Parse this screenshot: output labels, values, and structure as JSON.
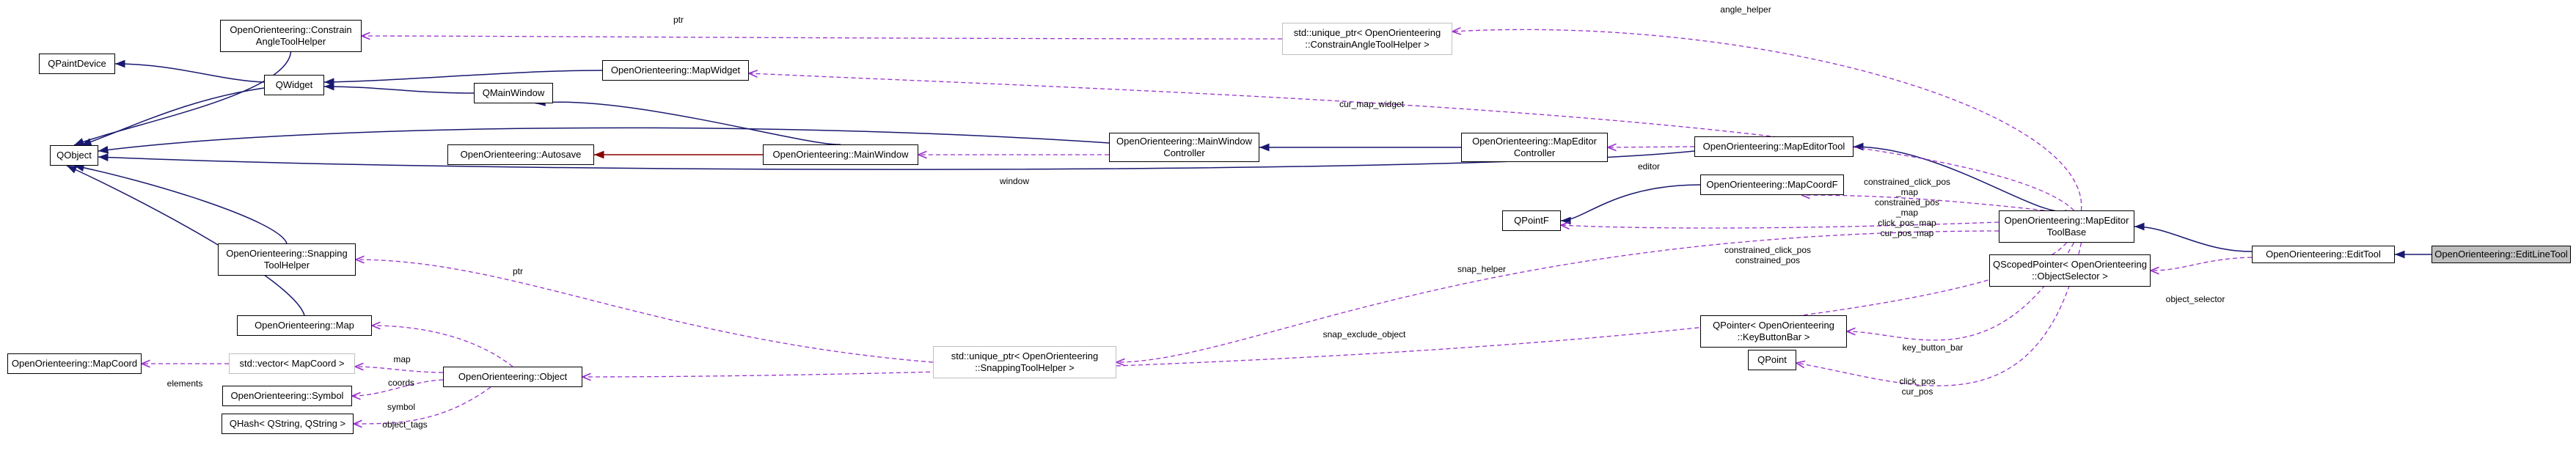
{
  "nodes": {
    "edit_line_tool": {
      "lines": [
        "OpenOrienteering::EditLineTool"
      ]
    },
    "edit_tool": {
      "lines": [
        "OpenOrienteering::EditTool"
      ]
    },
    "map_editor_tool_base": {
      "lines": [
        "OpenOrienteering::MapEditor",
        "ToolBase"
      ]
    },
    "scoped_pointer_object_selector": {
      "lines": [
        "QScopedPointer< OpenOrienteering",
        "::ObjectSelector >"
      ]
    },
    "map_editor_tool": {
      "lines": [
        "OpenOrienteering::MapEditorTool"
      ]
    },
    "map_editor_controller": {
      "lines": [
        "OpenOrienteering::MapEditor",
        "Controller"
      ]
    },
    "main_window_controller": {
      "lines": [
        "OpenOrienteering::MainWindow",
        "Controller"
      ]
    },
    "main_window": {
      "lines": [
        "OpenOrienteering::MainWindow"
      ]
    },
    "autosave": {
      "lines": [
        "OpenOrienteering::Autosave"
      ]
    },
    "qmainwindow": {
      "lines": [
        "QMainWindow"
      ]
    },
    "qwidget": {
      "lines": [
        "QWidget"
      ]
    },
    "qpaintdevice": {
      "lines": [
        "QPaintDevice"
      ]
    },
    "qobject": {
      "lines": [
        "QObject"
      ]
    },
    "constrain_angle_tool_helper": {
      "lines": [
        "OpenOrienteering::Constrain",
        "AngleToolHelper"
      ]
    },
    "map_widget": {
      "lines": [
        "OpenOrienteering::MapWidget"
      ]
    },
    "unique_ptr_constrain": {
      "lines": [
        "std::unique_ptr< OpenOrienteering",
        "::ConstrainAngleToolHelper >"
      ]
    },
    "snapping_tool_helper": {
      "lines": [
        "OpenOrienteering::Snapping",
        "ToolHelper"
      ]
    },
    "unique_ptr_snapping": {
      "lines": [
        "std::unique_ptr< OpenOrienteering",
        "::SnappingToolHelper >"
      ]
    },
    "map": {
      "lines": [
        "OpenOrienteering::Map"
      ]
    },
    "map_coord": {
      "lines": [
        "OpenOrienteering::MapCoord"
      ]
    },
    "vector_map_coord": {
      "lines": [
        "std::vector< MapCoord >"
      ]
    },
    "object": {
      "lines": [
        "OpenOrienteering::Object"
      ]
    },
    "symbol": {
      "lines": [
        "OpenOrienteering::Symbol"
      ]
    },
    "qhash": {
      "lines": [
        "QHash< QString, QString >"
      ]
    },
    "map_coord_f": {
      "lines": [
        "OpenOrienteering::MapCoordF"
      ]
    },
    "qpointf": {
      "lines": [
        "QPointF"
      ]
    },
    "qpointer_key_button_bar": {
      "lines": [
        "QPointer< OpenOrienteering",
        "::KeyButtonBar >"
      ]
    },
    "qpoint": {
      "lines": [
        "QPoint"
      ]
    }
  },
  "edge_labels": {
    "object_selector": [
      "object_selector"
    ],
    "angle_helper": [
      "angle_helper"
    ],
    "cur_map_widget": [
      "cur_map_widget"
    ],
    "editor": [
      "editor"
    ],
    "window": [
      "window"
    ],
    "map_coord_f": [
      "constrained_click_pos",
      "_map",
      "constrained_pos",
      "_map",
      "click_pos_map",
      "cur_pos_map"
    ],
    "qpointf": [
      "constrained_click_pos",
      "constrained_pos"
    ],
    "snap_helper": [
      "snap_helper"
    ],
    "snap_exclude_object": [
      "snap_exclude_object"
    ],
    "key_button_bar": [
      "key_button_bar"
    ],
    "qpoint": [
      "click_pos",
      "cur_pos"
    ],
    "ptr_constrain": [
      "ptr"
    ],
    "ptr_snapping": [
      "ptr"
    ],
    "map": [
      "map"
    ],
    "coords": [
      "coords"
    ],
    "elements": [
      "elements"
    ],
    "symbol": [
      "symbol"
    ],
    "object_tags": [
      "object_tags"
    ]
  },
  "colors": {
    "inheritance": "#191970",
    "protected_inheritance": "#8b0000",
    "usage": "#9a32cd",
    "node_border": "#000000",
    "external_border": "#bfbfbf",
    "focus_fill": "#bfbfbf"
  }
}
